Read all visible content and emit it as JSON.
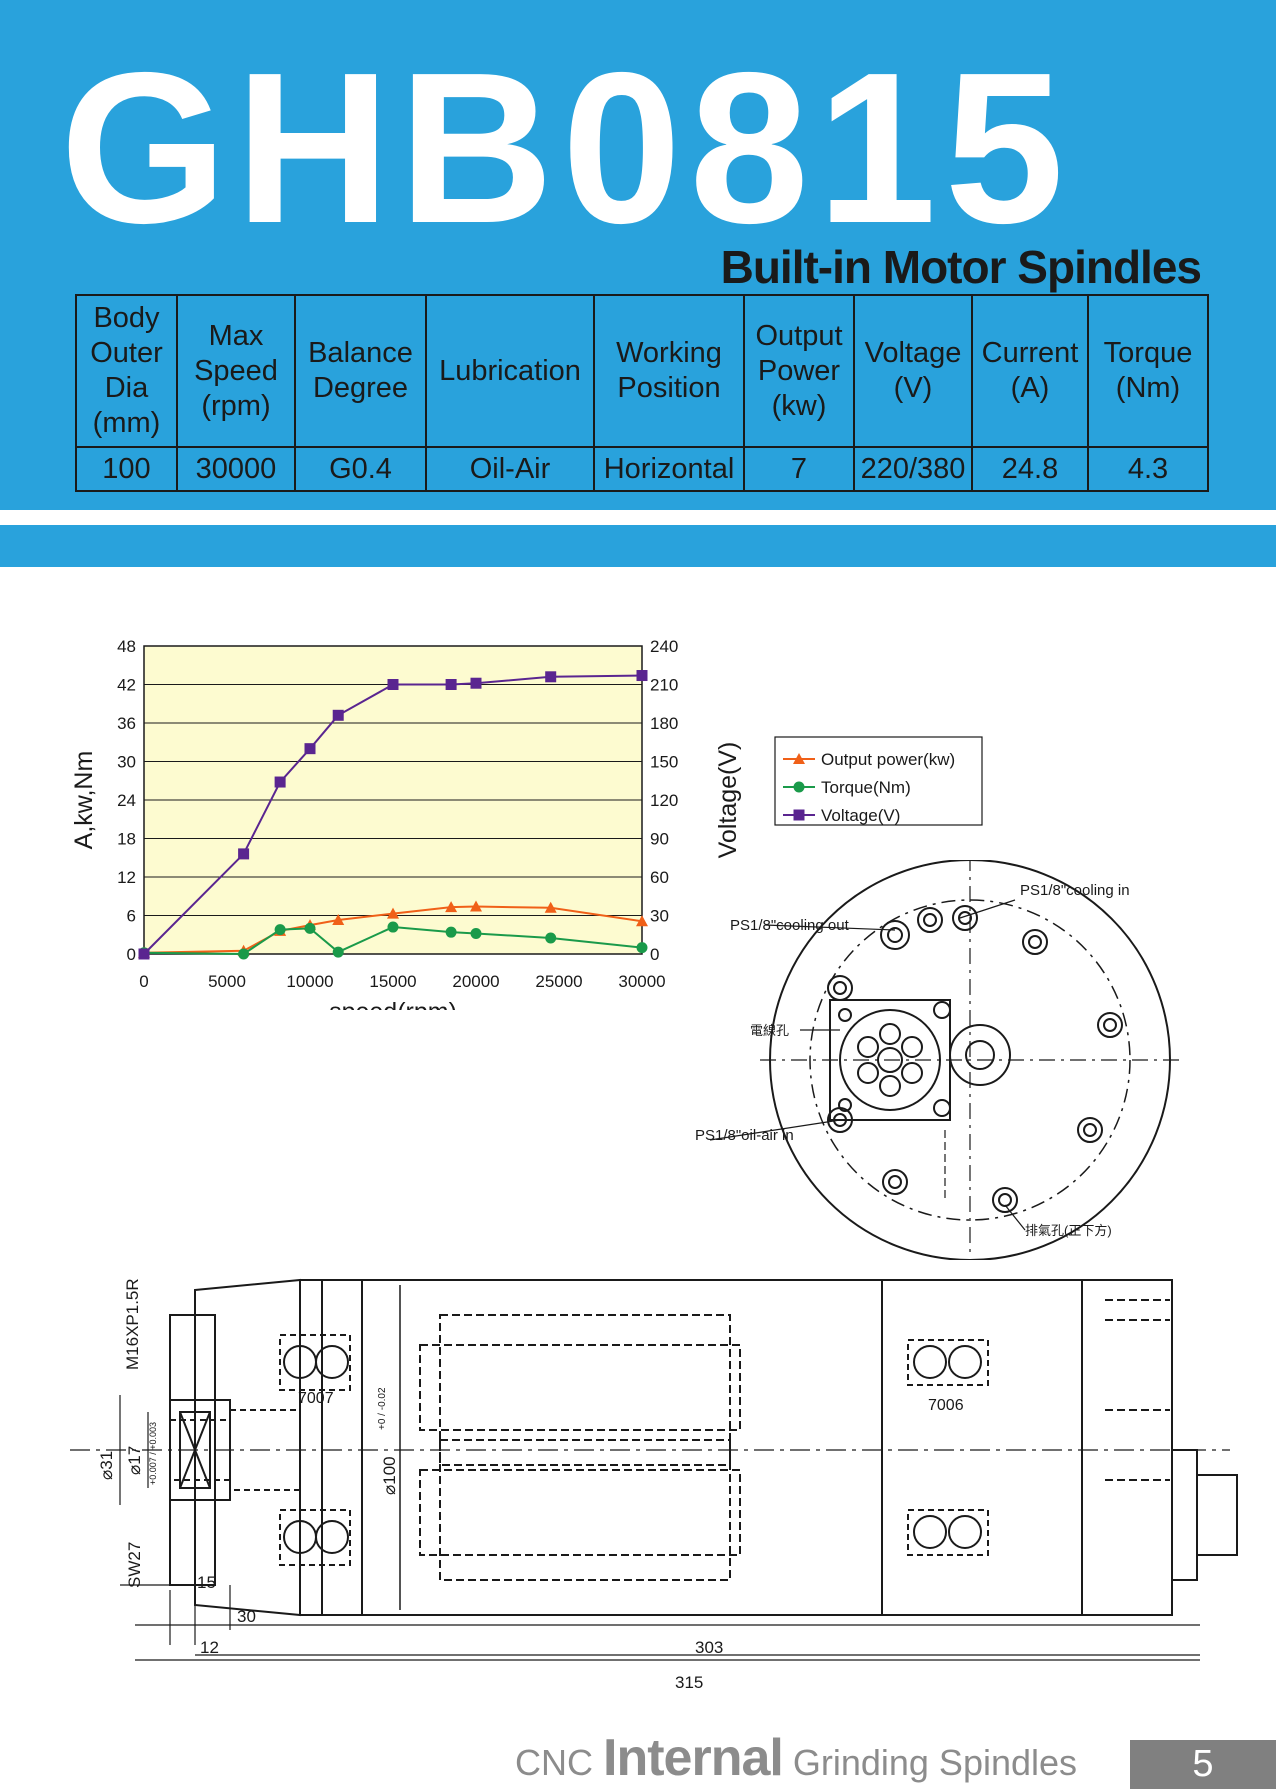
{
  "header": {
    "model": "GHB0815",
    "subtitle": "Built-in Motor Spindles"
  },
  "specs": {
    "columns": [
      "Body\nOuter\nDia\n(mm)",
      "Max\nSpeed\n(rpm)",
      "Balance\nDegree",
      "Lubrication",
      "Working\nPosition",
      "Output\nPower\n(kw)",
      "Voltage\n(V)",
      "Current\n(A)",
      "Torque\n(Nm)"
    ],
    "values": [
      "100",
      "30000",
      "G0.4",
      "Oil-Air",
      "Horizontal",
      "7",
      "220/380",
      "24.8",
      "4.3"
    ]
  },
  "chart_data": {
    "type": "line",
    "xlabel": "speed(rpm)",
    "ylabel_left": "A,kw,Nm",
    "ylabel_right": "Voltage(V)",
    "xlim": [
      0,
      30000
    ],
    "ylim_left": [
      0,
      48
    ],
    "ylim_right": [
      0,
      240
    ],
    "x_ticks": [
      0,
      5000,
      10000,
      15000,
      20000,
      25000,
      30000
    ],
    "y_ticks_left": [
      0,
      6,
      12,
      18,
      24,
      30,
      36,
      42,
      48
    ],
    "y_ticks_right": [
      0,
      30,
      60,
      90,
      120,
      150,
      180,
      210,
      240
    ],
    "grid": true,
    "legend_position": "right",
    "plot_background": "#fdfbd0",
    "series": [
      {
        "name": "Output power(kw)",
        "axis": "left",
        "color": "#f06018",
        "marker": "triangle",
        "x": [
          0,
          6000,
          8200,
          10000,
          11700,
          15000,
          18500,
          20000,
          24500,
          30000
        ],
        "y": [
          0.2,
          0.5,
          3.6,
          4.5,
          5.3,
          6.3,
          7.3,
          7.4,
          7.2,
          5.1
        ]
      },
      {
        "name": "Torque(Nm)",
        "axis": "left",
        "color": "#1a9a4a",
        "marker": "circle",
        "x": [
          0,
          6000,
          8200,
          10000,
          11700,
          15000,
          18500,
          20000,
          24500,
          30000
        ],
        "y": [
          0.2,
          0.0,
          3.8,
          4.0,
          0.3,
          4.2,
          3.4,
          3.2,
          2.5,
          1.0
        ]
      },
      {
        "name": "Voltage(V)",
        "axis": "right",
        "color": "#5a2590",
        "marker": "square",
        "x": [
          0,
          6000,
          8200,
          10000,
          11700,
          15000,
          18500,
          20000,
          24500,
          30000
        ],
        "y": [
          0,
          78,
          134,
          160,
          186,
          210,
          210,
          211,
          216,
          217
        ]
      }
    ]
  },
  "rear_view": {
    "cooling_in": "PS1/8\"cooling in",
    "cooling_out": "PS1/8\"cooling out",
    "cable_hole": "電線孔",
    "oil_air_in": "PS1/8\"oil-air in",
    "exhaust_hole": "排氣孔(正下方)"
  },
  "side_view": {
    "thread": "M16XP1.5R",
    "bearing_front": "7007",
    "bearing_rear": "7006",
    "dia_31": "⌀31",
    "dia_17": "⌀17",
    "dia_17_tol": "+0.007 / +0.003",
    "dia_100": "⌀100",
    "dia_100_tol": "+0 / -0.02",
    "wrench": "SW27",
    "dim_15": "15",
    "dim_30": "30",
    "dim_12": "12",
    "dim_303": "303",
    "dim_315": "315"
  },
  "footer": {
    "prefix": "CNC",
    "emphasis": "Internal",
    "suffix": "Grinding Spindles",
    "page": "5"
  }
}
